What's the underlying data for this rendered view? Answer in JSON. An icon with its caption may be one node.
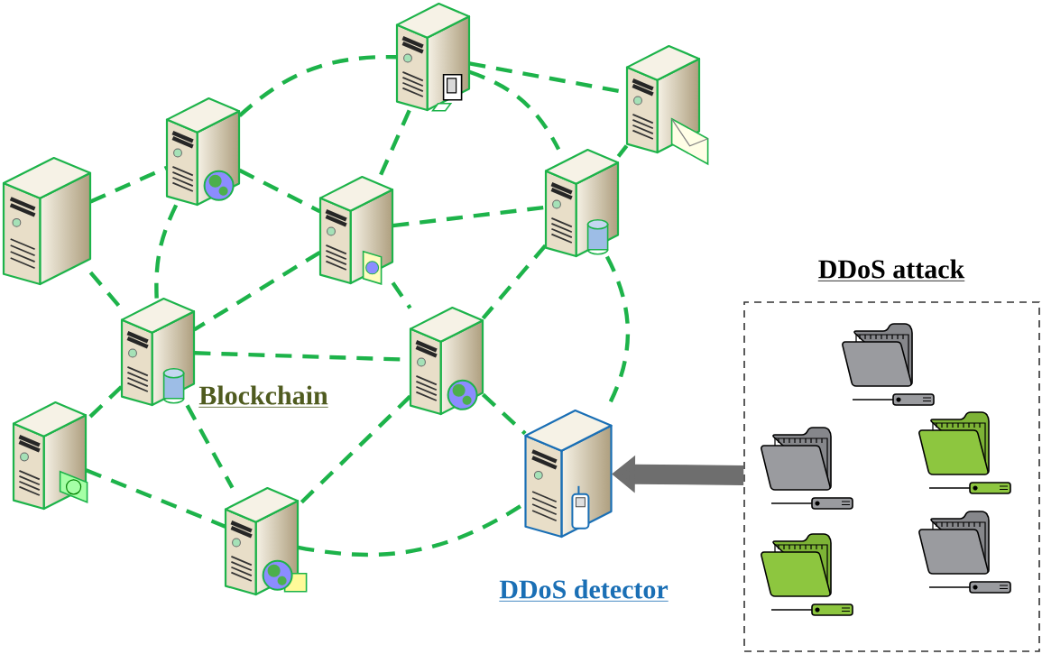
{
  "diagram": {
    "nodes": [
      {
        "text": [],
        "shape": "picture"
      },
      {
        "text": [],
        "shape": "picture"
      },
      {
        "text": [],
        "shape": "picture"
      },
      {
        "text": [],
        "shape": "picture"
      },
      {
        "text": [],
        "shape": "picture"
      },
      {
        "text": [],
        "shape": "picture"
      },
      {
        "text": [],
        "shape": "picture",
        "beside": [
          "Blockchain"
        ]
      },
      {
        "text": [],
        "shape": "picture"
      },
      {
        "text": [],
        "shape": "picture"
      },
      {
        "text": [],
        "shape": "picture"
      },
      {
        "text": [],
        "shape": "picture",
        "beside": [
          "DDoS detector"
        ]
      },
      {
        "text": [
          "DDoS attack"
        ]
      }
    ],
    "edges": [
      {
        "from": 0,
        "to": 1,
        "arrow": "none",
        "style": "dashed"
      },
      {
        "from": 0,
        "to": 6,
        "arrow": "none",
        "style": "dashed"
      },
      {
        "from": 1,
        "to": 2,
        "arrow": "none",
        "style": "dashed"
      },
      {
        "from": 1,
        "to": 4,
        "arrow": "none",
        "style": "dashed"
      },
      {
        "from": 1,
        "to": 6,
        "arrow": "none",
        "style": "dashed"
      },
      {
        "from": 2,
        "to": 3,
        "arrow": "none",
        "style": "dashed"
      },
      {
        "from": 2,
        "to": 4,
        "arrow": "none",
        "style": "dashed"
      },
      {
        "from": 2,
        "to": 5,
        "arrow": "none",
        "style": "dashed"
      },
      {
        "from": 3,
        "to": 5,
        "arrow": "none",
        "style": "dashed"
      },
      {
        "from": 4,
        "to": 5,
        "arrow": "none",
        "style": "dashed"
      },
      {
        "from": 4,
        "to": 6,
        "arrow": "none",
        "style": "dashed"
      },
      {
        "from": 4,
        "to": 7,
        "arrow": "none",
        "style": "dashed"
      },
      {
        "from": 5,
        "to": 7,
        "arrow": "none",
        "style": "dashed"
      },
      {
        "from": 5,
        "to": 10,
        "arrow": "none",
        "style": "dashed"
      },
      {
        "from": 6,
        "to": 7,
        "arrow": "none",
        "style": "dashed"
      },
      {
        "from": 6,
        "to": 8,
        "arrow": "none",
        "style": "dashed"
      },
      {
        "from": 6,
        "to": 9,
        "arrow": "none",
        "style": "dashed"
      },
      {
        "from": 7,
        "to": 9,
        "arrow": "none",
        "style": "dashed"
      },
      {
        "from": 7,
        "to": 10,
        "arrow": "none",
        "style": "dashed"
      },
      {
        "from": 8,
        "to": 9,
        "arrow": "none",
        "style": "dashed"
      },
      {
        "from": 9,
        "to": 10,
        "arrow": "none",
        "style": "dashed"
      },
      {
        "from": 11,
        "to": 10,
        "arrow": "to",
        "style": "thick",
        "color": "#6e6e6e"
      }
    ]
  }
}
